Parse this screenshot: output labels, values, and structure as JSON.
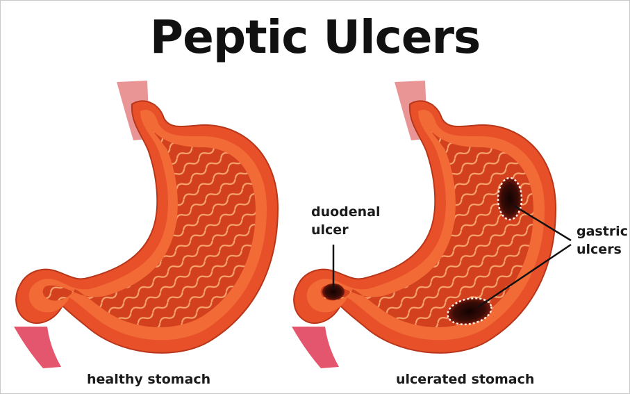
{
  "title": "Peptic Ulcers",
  "panels": {
    "healthy": {
      "caption": "healthy stomach"
    },
    "ulcerated": {
      "caption": "ulcerated stomach"
    }
  },
  "labels": {
    "duodenal_line1": "duodenal",
    "duodenal_line2": "ulcer",
    "gastric_line1": "gastric",
    "gastric_line2": "ulcers"
  },
  "colors": {
    "stomach_outer": "#e8502a",
    "stomach_wall": "#f26a35",
    "stomach_inner": "#d2401e",
    "ridges": "#f7a46f",
    "ulcer": "#2a0a06",
    "esophagus": "#e99596",
    "pointer": "#111111"
  }
}
